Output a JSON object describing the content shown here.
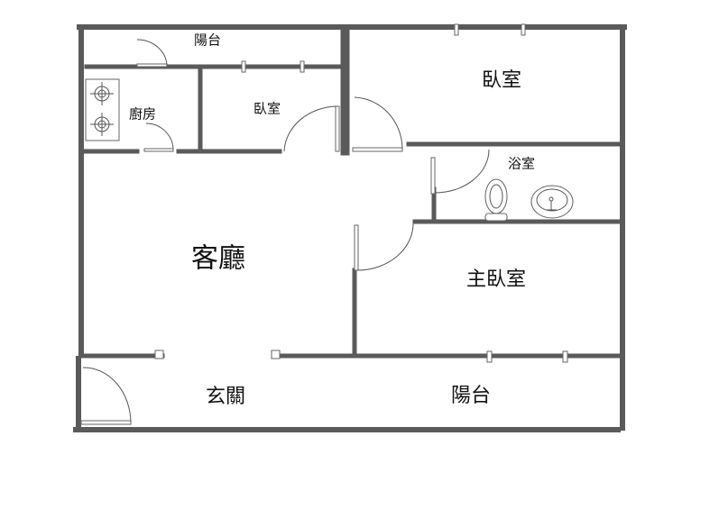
{
  "rooms": {
    "balcony_top": "陽台",
    "bedroom_large": "臥室",
    "kitchen": "廚房",
    "bedroom_small": "臥室",
    "bathroom": "浴室",
    "living_room": "客廳",
    "master_bedroom": "主臥室",
    "entrance": "玄關",
    "balcony_bottom": "陽台"
  },
  "colors": {
    "wall": "#5a5a5a",
    "background": "#ffffff"
  }
}
